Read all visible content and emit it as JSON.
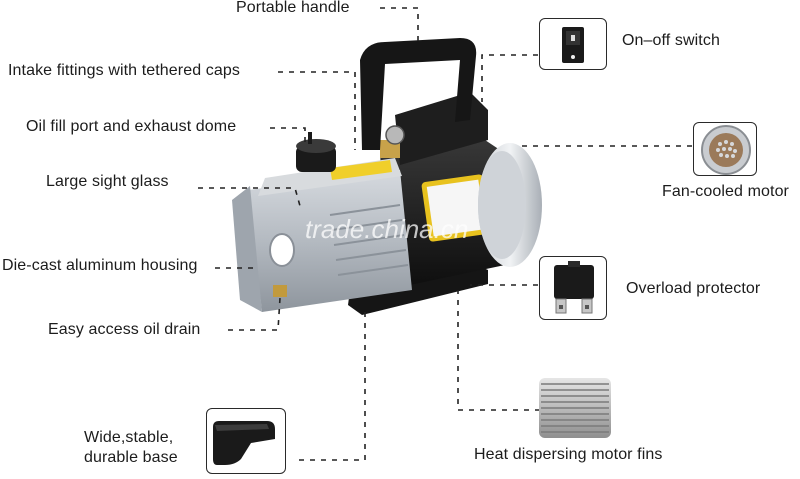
{
  "labels": {
    "portable_handle": "Portable handle",
    "intake_fittings": "Intake fittings with tethered caps",
    "oil_fill_port": "Oil fill port and exhaust dome",
    "sight_glass": "Large sight glass",
    "housing": "Die-cast aluminum housing",
    "oil_drain": "Easy access oil drain",
    "base_line1": "Wide,stable,",
    "base_line2": "durable base",
    "switch": "On–off switch",
    "fan_motor": "Fan-cooled motor",
    "overload": "Overload protector",
    "fins": "Heat dispersing motor fins"
  },
  "watermark": "trade.china.cn",
  "colors": {
    "label_text": "#1c1c1c",
    "leader_line": "#222222",
    "handle": "#1a1a1a",
    "pump_body": "#b9bec4",
    "motor_cap": "#dfe2e5",
    "watermark": "#ffffff"
  },
  "icons": {
    "switch": "rocker-switch-icon",
    "fan": "fan-grille-icon",
    "overload": "overload-protector-icon",
    "fins": "heat-fins-icon",
    "base": "rubber-base-icon"
  }
}
